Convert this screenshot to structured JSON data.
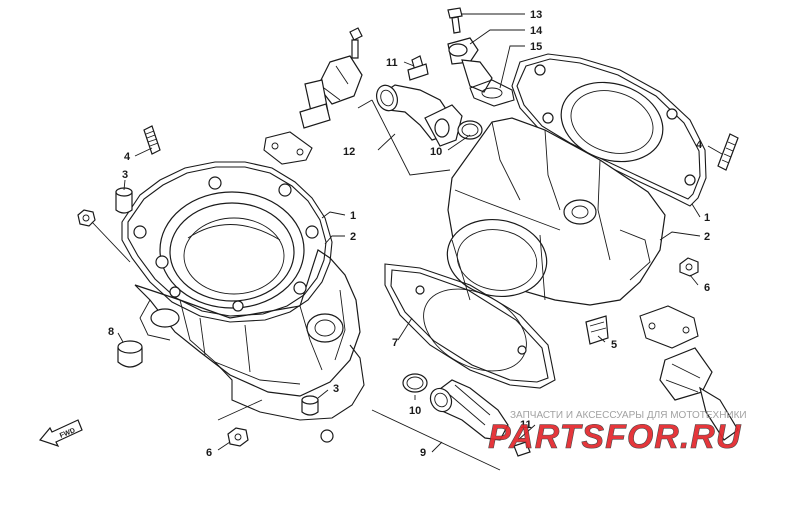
{
  "diagram": {
    "callouts": {
      "c13": "13",
      "c14": "14",
      "c15": "15",
      "c11_top": "11",
      "c12": "12",
      "c10_top": "10",
      "c4_left": "4",
      "c3_top": "3",
      "c1_left": "1",
      "c2_left": "2",
      "c8": "8",
      "c7": "7",
      "c3_bottom": "3",
      "c6_left": "6",
      "c10_bottom": "10",
      "c11_bottom": "11",
      "c9": "9",
      "c4_right": "4",
      "c1_right": "1",
      "c2_right": "2",
      "c6_right": "6",
      "c5": "5"
    },
    "fwd_label": "FWD"
  },
  "watermark": {
    "tagline": "ЗАПЧАСТИ И АКСЕССУАРЫ ДЛЯ МОТОТЕХНИКИ",
    "logo_text": "PARTSFOR.RU",
    "colors": {
      "red": "#e3262b",
      "dark": "#3a3a3a",
      "tagline": "#9a9a9a"
    }
  }
}
